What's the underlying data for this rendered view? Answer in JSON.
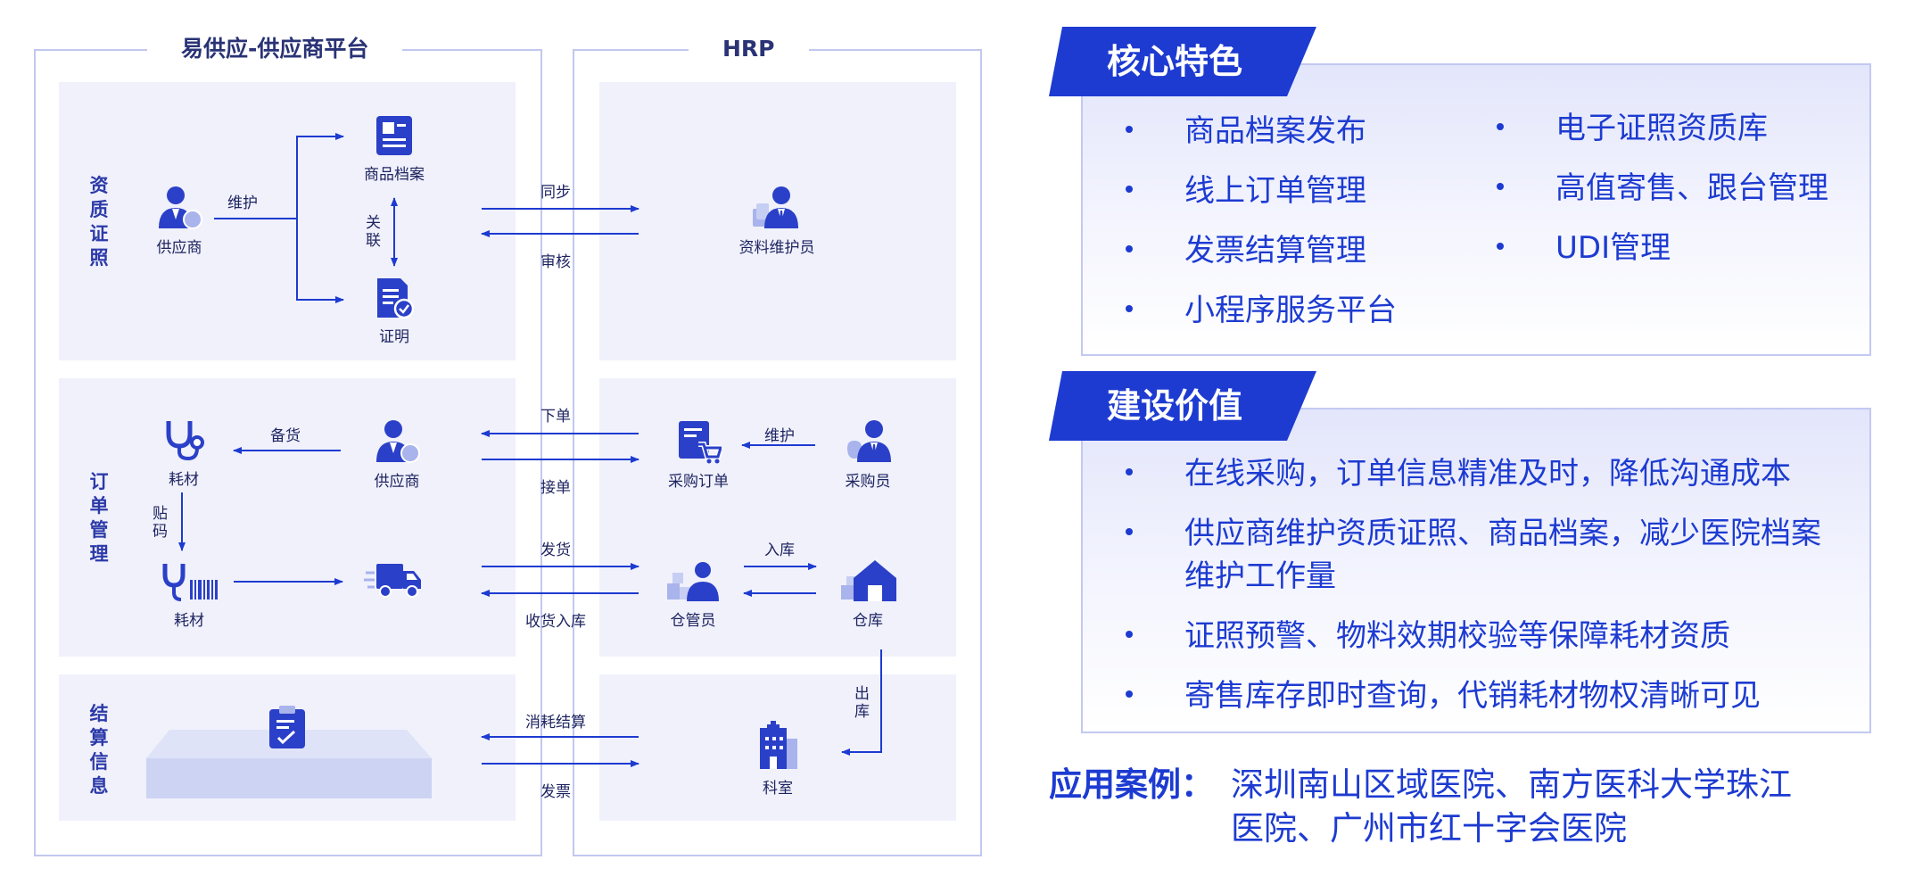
{
  "diagram": {
    "platform_title": "易供应-供应商平台",
    "hrp_title": "HRP",
    "zones": {
      "qualification": "资质证照",
      "order": "订单管理",
      "settlement": "结算信息"
    },
    "nodes": {
      "supplier": "供应商",
      "product_file": "商品档案",
      "certificate": "证明",
      "data_maintainer": "资料维护员",
      "material": "耗材",
      "material_labeled": "耗材",
      "supplier_order": "供应商",
      "purchase_order": "采购订单",
      "purchaser": "采购员",
      "warehouse_keeper": "仓管员",
      "warehouse": "仓库",
      "department": "科室"
    },
    "edges": {
      "maintain": "维护",
      "link": "关联",
      "sync": "同步",
      "review": "审核",
      "stock_up": "备货",
      "label_code": "贴码",
      "place_order": "下单",
      "accept_order": "接单",
      "maintain_order": "维护",
      "ship": "发货",
      "receive_in": "收货入库",
      "in_storage": "入库",
      "out_storage": "出库",
      "consume_settle": "消耗结算",
      "invoice": "发票"
    }
  },
  "features": {
    "title": "核心特色",
    "left": [
      "商品档案发布",
      "线上订单管理",
      "发票结算管理",
      "小程序服务平台"
    ],
    "right": [
      "电子证照资质库",
      "高值寄售、跟台管理",
      "UDI管理"
    ]
  },
  "value": {
    "title": "建设价值",
    "items": [
      "在线采购，订单信息精准及时，降低沟通成本",
      "供应商维护资质证照、商品档案，减少医院档案",
      "维护工作量",
      "证照预警、物料效期校验等保障耗材资质",
      "寄售库存即时查询，代销耗材物权清晰可见"
    ]
  },
  "cases": {
    "label": "应用案例：",
    "line1": "深圳南山区域医院、南方医科大学珠江",
    "line2": "医院、广州市红十字会医院"
  },
  "colors": {
    "accent": "#1d3bd1",
    "icon": "#2b40c8",
    "zone_bg": "#f0f1fb",
    "frame": "#c2c8ee"
  }
}
